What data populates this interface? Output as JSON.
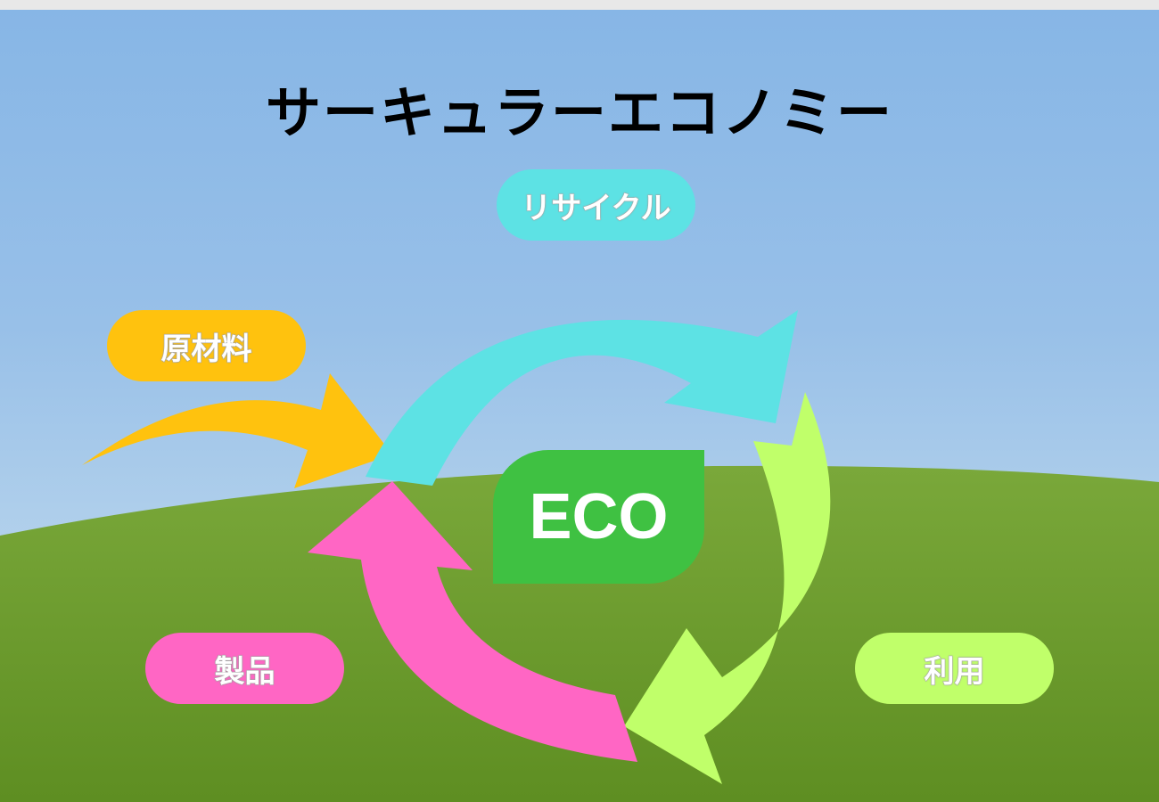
{
  "title": "サーキュラーエコノミー",
  "labels": {
    "raw_materials": "原材料",
    "recycle": "リサイクル",
    "products": "製品",
    "use": "利用"
  },
  "center": "ECO",
  "colors": {
    "raw_materials": "#ffc20e",
    "recycle": "#5de2e4",
    "products": "#ff66c4",
    "use": "#c0ff6a",
    "eco": "#3fc142"
  }
}
